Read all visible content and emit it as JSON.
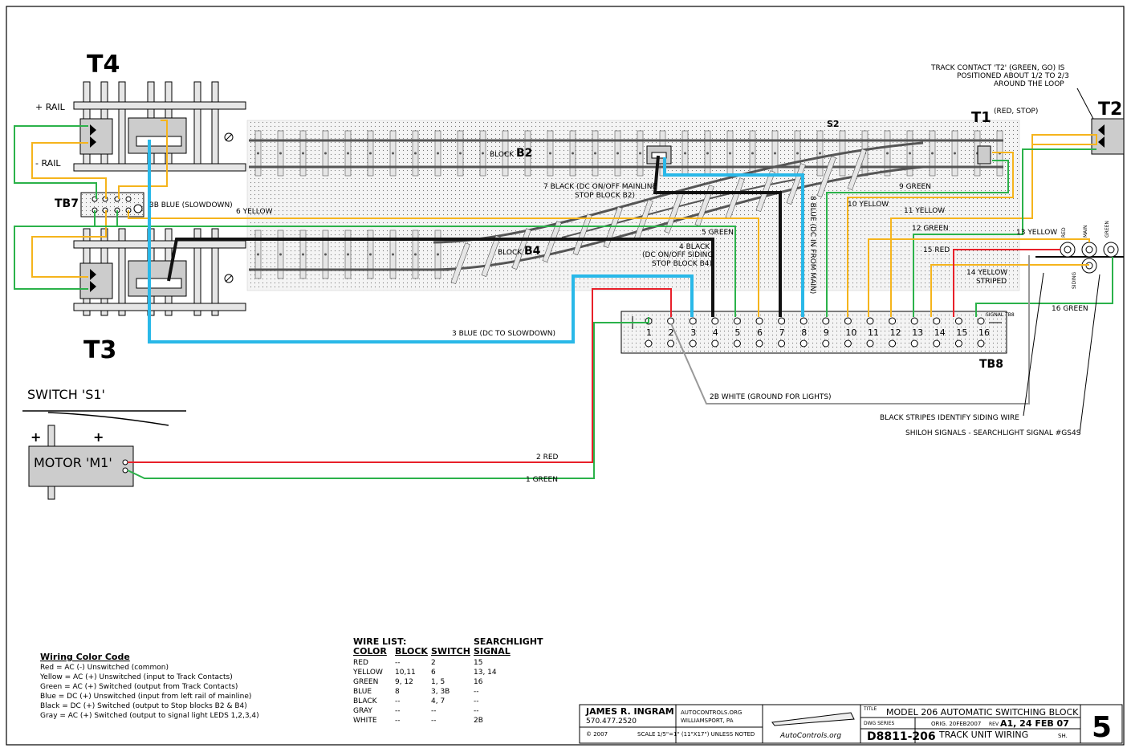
{
  "labels": {
    "t4": "T4",
    "t3": "T3",
    "t1": "T1",
    "t2": "T2",
    "t1_note": "(RED, STOP)",
    "s2": "S2",
    "tb7": "TB7",
    "tb8": "TB8",
    "plus_rail": "+ RAIL",
    "minus_rail": "- RAIL",
    "block_b2_prefix": "BLOCK",
    "block_b2": "B2",
    "block_b4_prefix": "BLOCK",
    "block_b4": "B4",
    "switch_s1": "SWITCH 'S1'",
    "motor_m1": "MOTOR 'M1'",
    "motor_plus_1": "+",
    "motor_plus_2": "+"
  },
  "notes": {
    "track_contact_1": "TRACK CONTACT 'T2' (GREEN, GO) IS",
    "track_contact_2": "POSITIONED ABOUT 1/2 TO 2/3",
    "track_contact_3": "AROUND THE LOOP",
    "black_stripes": "BLACK STRIPES IDENTIFY SIDING WIRE",
    "shiloh": "SHILOH SIGNALS - SEARCHLIGHT SIGNAL #GS4S"
  },
  "signal_labels": {
    "tb8_tag": "SIGNAL TB8",
    "s_red": "RED",
    "s_main": "MAIN",
    "s_siding": "SIDING",
    "s_green": "GREEN"
  },
  "wires": {
    "w1": "1 GREEN",
    "w2": "2 RED",
    "w2b": "2B WHITE (GROUND FOR LIGHTS)",
    "w3": "3 BLUE (DC TO SLOWDOWN)",
    "w3b": "3B BLUE (SLOWDOWN)",
    "w4a": "4 BLACK",
    "w4b": "(DC ON/OFF SIDING",
    "w4c": "STOP BLOCK B4)",
    "w5": "5 GREEN",
    "w6": "6 YELLOW",
    "w7a": "7 BLACK (DC ON/OFF MAINLINE",
    "w7b": "STOP BLOCK B2)",
    "w8": "8 BLUE (DC IN FROM MAIN)",
    "w9": "9 GREEN",
    "w10": "10 YELLOW",
    "w11": "11 YELLOW",
    "w12": "12 GREEN",
    "w13": "13 YELLOW",
    "w14a": "14 YELLOW",
    "w14b": "STRIPED",
    "w15": "15 RED",
    "w16": "16 GREEN"
  },
  "terminals": [
    "1",
    "2",
    "3",
    "4",
    "5",
    "6",
    "7",
    "8",
    "9",
    "10",
    "11",
    "12",
    "13",
    "14",
    "15",
    "16"
  ],
  "legend": {
    "title": "Wiring Color Code",
    "lines": [
      "Red = AC (-) Unswitched (common)",
      "Yellow = AC (+) Unswitched (input to Track Contacts)",
      "Green = AC (+) Switched (output from Track Contacts)",
      "Blue = DC (+) Unswitched (input from left rail of mainline)",
      "Black = DC (+) Switched (output to Stop blocks B2 & B4)",
      "Gray = AC (+) Switched (output to signal light LEDS 1,2,3,4)"
    ]
  },
  "wire_list": {
    "title": "WIRE LIST:",
    "headers": [
      "COLOR",
      "BLOCK",
      "SWITCH",
      "SEARCHLIGHT SIGNAL"
    ],
    "rows": [
      [
        "RED",
        "--",
        "2",
        "15"
      ],
      [
        "YELLOW",
        "10,11",
        "6",
        "13, 14"
      ],
      [
        "GREEN",
        "9, 12",
        "1, 5",
        "16"
      ],
      [
        "BLUE",
        "8",
        "3, 3B",
        "--"
      ],
      [
        "BLACK",
        "--",
        "4, 7",
        "--"
      ],
      [
        "GRAY",
        "--",
        "--",
        "--"
      ],
      [
        "WHITE",
        "--",
        "--",
        "2B"
      ]
    ]
  },
  "title_block": {
    "name": "JAMES R. INGRAM",
    "phone": "570.477.2520",
    "website": "AUTOCONTROLS.ORG",
    "city": "WILLIAMSPORT, PA",
    "copyright": "© 2007",
    "scale": "SCALE 1/5\"=1\" (11\"X17\") UNLESS NOTED",
    "logo_text": "AutoControls.org",
    "title_label": "TITLE",
    "title1": "MODEL 206 AUTOMATIC SWITCHING BLOCK",
    "dwg_series_label": "DWG SERIES",
    "orig": "ORIG. 20FEB2007",
    "rev_label": "REV",
    "rev": "A1, 24 FEB 07",
    "dwg_no": "D8811-206",
    "title2": "TRACK UNIT WIRING",
    "sheet_label": "SH.",
    "sheet": "5"
  }
}
